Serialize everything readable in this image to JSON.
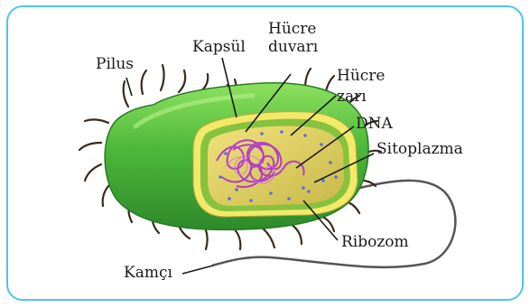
{
  "labels": {
    "pilus": "Pilus",
    "kapsul": "Kapsül",
    "hucre_duvari_line1": "Hücre",
    "hucre_duvari_line2": "duvarı",
    "hucre_zari_line1": "Hücre",
    "hucre_zari_line2": "zarı",
    "dna": "DNA",
    "sitoplazma": "Sitoplazma",
    "ribozom": "Ribozom",
    "kamci": "Kamçı"
  },
  "colors": {
    "frame_border": "#4fc3e8",
    "capsule_outer": "#3aa832",
    "capsule_light": "#7fd85a",
    "cell_wall": "#f2e96a",
    "membrane": "#86c23d",
    "cytoplasm": "#d8c75a",
    "dna": "#b43cc8",
    "ribosome": "#5a6fd0",
    "pilus": "#3a2a1a",
    "flagellum": "#555555"
  }
}
